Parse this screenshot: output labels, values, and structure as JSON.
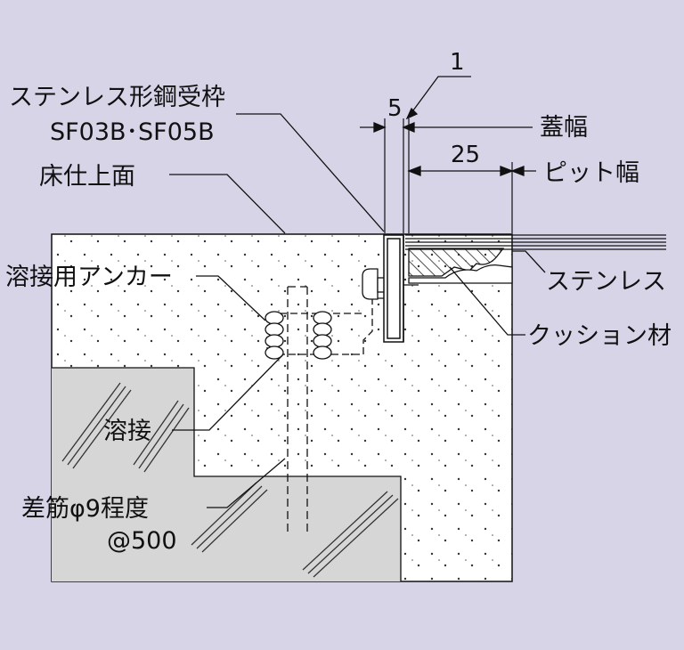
{
  "background_color": "#d8d4e8",
  "colors": {
    "concrete": "#ffffff",
    "structure": "#d6d6d6",
    "line": "#111111"
  },
  "labels": {
    "frame_name": "ステンレス形鋼受枠",
    "frame_model": "SF03B･SF05B",
    "floor_surface": "床仕上面",
    "anchor": "溶接用アンカー",
    "weld": "溶接",
    "rebar": "差筋φ9程度",
    "rebar_pitch": "@500",
    "stainless": "ステンレス",
    "cushion": "クッション材",
    "lid_width": "蓋幅",
    "pit_width": "ピット幅"
  },
  "dimensions": {
    "d1": "1",
    "d5": "5",
    "d25": "25"
  }
}
